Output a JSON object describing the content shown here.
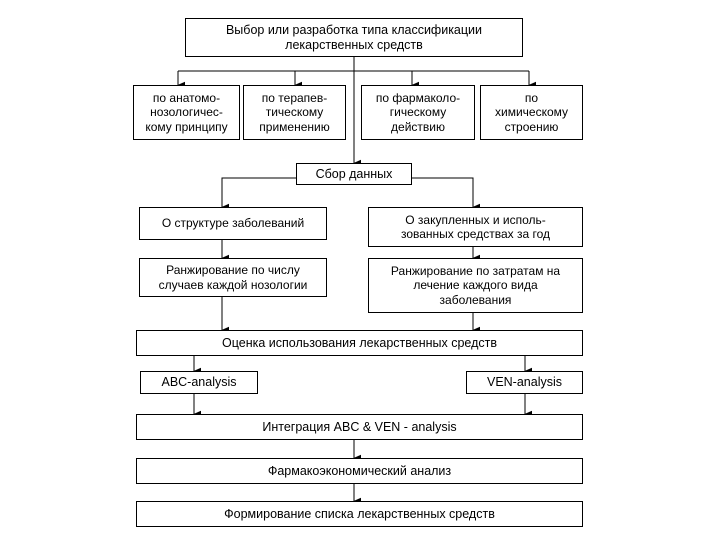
{
  "diagram": {
    "title": "Выбор или разработка типа классификации лекарственных средств",
    "language": "ru",
    "colors": {
      "stroke": "#000000",
      "fill": "#ffffff",
      "text": "#000000"
    },
    "nodes": {
      "classification_type": "Выбор или разработка типа классификации\nлекарственных средств",
      "criteria": [
        "по анатомо-\nнозологичес-\nкому принципу",
        "по терапев-\nтическому\nприменению",
        "по фармаколо-\nгическому\nдействию",
        "по\nхимическому\nстроению"
      ],
      "data_collection": "Сбор данных",
      "data_morbidity": "О структуре заболеваний",
      "data_procurement": "О закупленных и исполь-\nзованных средствах за год",
      "rank_cases": "Ранжирование по числу\nслучаев каждой нозологии",
      "rank_costs": "Ранжирование по затратам на\nлечение каждого вида\nзаболевания",
      "usage_assessment": "Оценка использования лекарственных средств",
      "abc_analysis": "ABC-analysis",
      "ven_analysis": "VEN-analysis",
      "integration": "Интеграция ABC & VEN - analysis",
      "pharmacoeconomic": "Фармакоэкономический анализ",
      "formulary": "Формирование списка лекарственных средств"
    }
  },
  "chart_data": {
    "type": "diagram",
    "title": "Выбор или разработка типа классификации лекарственных средств",
    "flow": [
      {
        "from": "classification_type",
        "to": "criteria[0]"
      },
      {
        "from": "classification_type",
        "to": "criteria[1]"
      },
      {
        "from": "classification_type",
        "to": "criteria[2]"
      },
      {
        "from": "classification_type",
        "to": "criteria[3]"
      },
      {
        "from": "classification_type",
        "to": "data_collection"
      },
      {
        "from": "data_collection",
        "to": "data_morbidity"
      },
      {
        "from": "data_collection",
        "to": "data_procurement"
      },
      {
        "from": "data_morbidity",
        "to": "rank_cases"
      },
      {
        "from": "data_procurement",
        "to": "rank_costs"
      },
      {
        "from": "rank_cases",
        "to": "usage_assessment"
      },
      {
        "from": "rank_costs",
        "to": "usage_assessment"
      },
      {
        "from": "usage_assessment",
        "to": "abc_analysis"
      },
      {
        "from": "usage_assessment",
        "to": "ven_analysis"
      },
      {
        "from": "abc_analysis",
        "to": "integration"
      },
      {
        "from": "ven_analysis",
        "to": "integration"
      },
      {
        "from": "integration",
        "to": "pharmacoeconomic"
      },
      {
        "from": "pharmacoeconomic",
        "to": "formulary"
      }
    ]
  }
}
